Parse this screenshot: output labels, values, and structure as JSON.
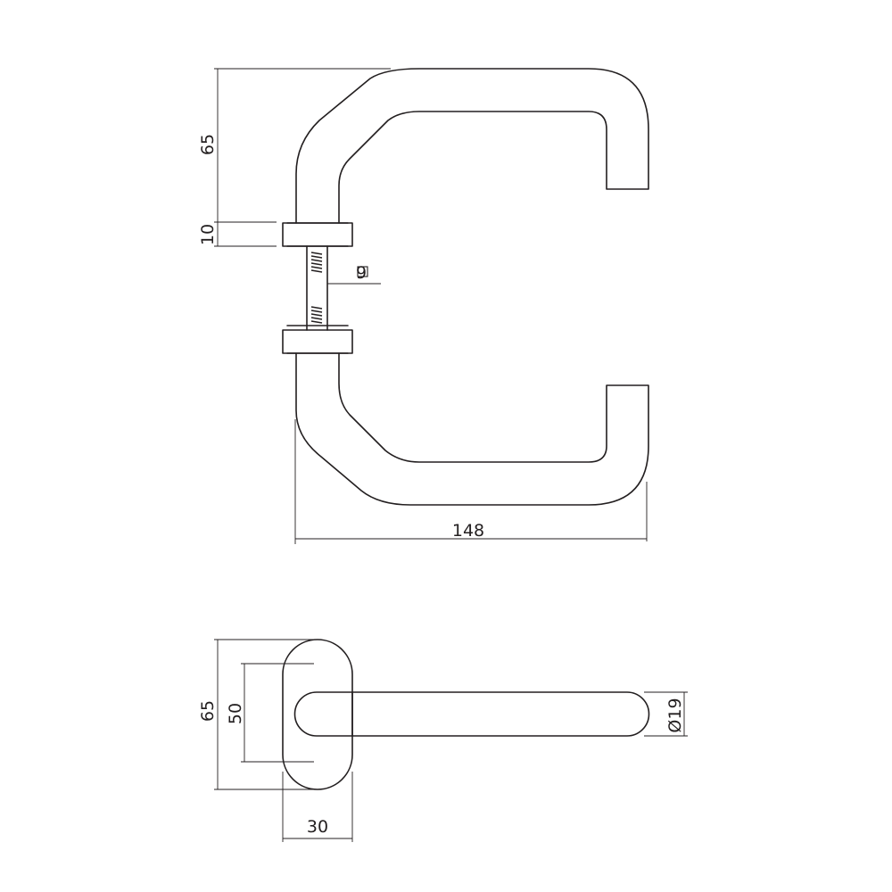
{
  "top_view": {
    "dim_handle_height": "65",
    "dim_rose_thickness": "10",
    "dim_spindle": "9",
    "dim_projection": "148"
  },
  "bottom_view": {
    "dim_rose_height": "65",
    "dim_screw_spacing": "50",
    "dim_rose_width": "30",
    "dim_lever_diameter": "Ø19"
  },
  "colors": {
    "stroke": "#231f20",
    "background": "#ffffff"
  }
}
